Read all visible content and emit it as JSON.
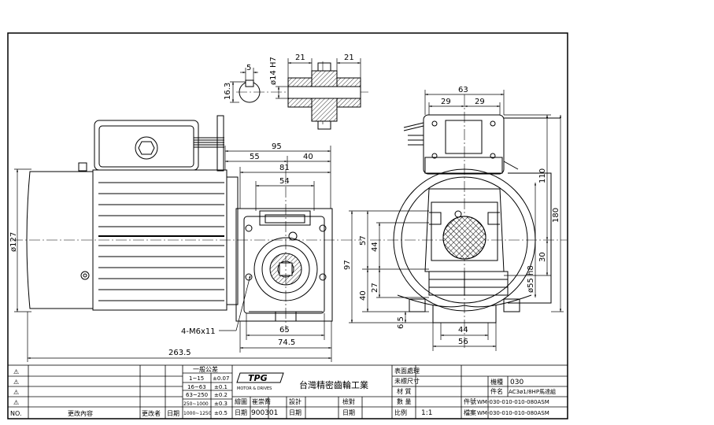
{
  "dimensions": {
    "d95": "95",
    "d55": "55",
    "d40a": "40",
    "d81": "81",
    "d54": "54",
    "d127": "ø127",
    "thread": "4-M6x11",
    "d65": "65",
    "d74_5": "74.5",
    "d263_5": "263.5",
    "d5": "5",
    "d16_3": "16.3",
    "d14": "ø14 H7",
    "d21a": "21",
    "d21b": "21",
    "d63": "63",
    "d29a": "29",
    "d29b": "29",
    "d110": "110",
    "d180": "180",
    "d97": "97",
    "d57": "57",
    "d44v": "44",
    "d30": "30",
    "d55h8": "ø55 h8",
    "d27": "27",
    "d40b": "40",
    "d6_5": "6.5",
    "d44h": "44",
    "d56": "56"
  },
  "title_block": {
    "warn_symbol": "⚠",
    "no_label": "NO.",
    "content_label": "更改內容",
    "changer_label": "更改者",
    "date_label": "日期",
    "tolerance_title": "一般公差",
    "tolerances": [
      {
        "range": "1~15",
        "tol": "±0.07"
      },
      {
        "range": "16~63",
        "tol": "±0.1"
      },
      {
        "range": "63~250",
        "tol": "±0.2"
      },
      {
        "range": "250~1000",
        "tol": "±0.3"
      },
      {
        "range": "1000~1250",
        "tol": "±0.5"
      }
    ],
    "draw_label": "繪圖",
    "drawer": "崔崇喬",
    "design_label": "設計",
    "date2_label": "日期",
    "date_value": "900301",
    "date3_label": "日期",
    "check_label": "檢對",
    "date4_label": "日期",
    "logo_text": "TPG",
    "logo_sub": "MOTOR & DRIVES",
    "company": "台灣精密齒輪工業",
    "surface_label": "表面處理",
    "unmarked_label": "未標尺寸",
    "material_label": "材 質",
    "qty_label": "數 量",
    "scale_label": "比例",
    "scale_value": "1:1",
    "model_label": "機種",
    "model_value": "030",
    "part_name_label": "件名",
    "part_name_value": "AC3ø1/8HP馬達組",
    "part_no_label": "件號",
    "part_no_value": "WM-030-010-010-080ASM",
    "file_label": "檔案",
    "file_value": "WM-030-010-010-080ASM"
  }
}
